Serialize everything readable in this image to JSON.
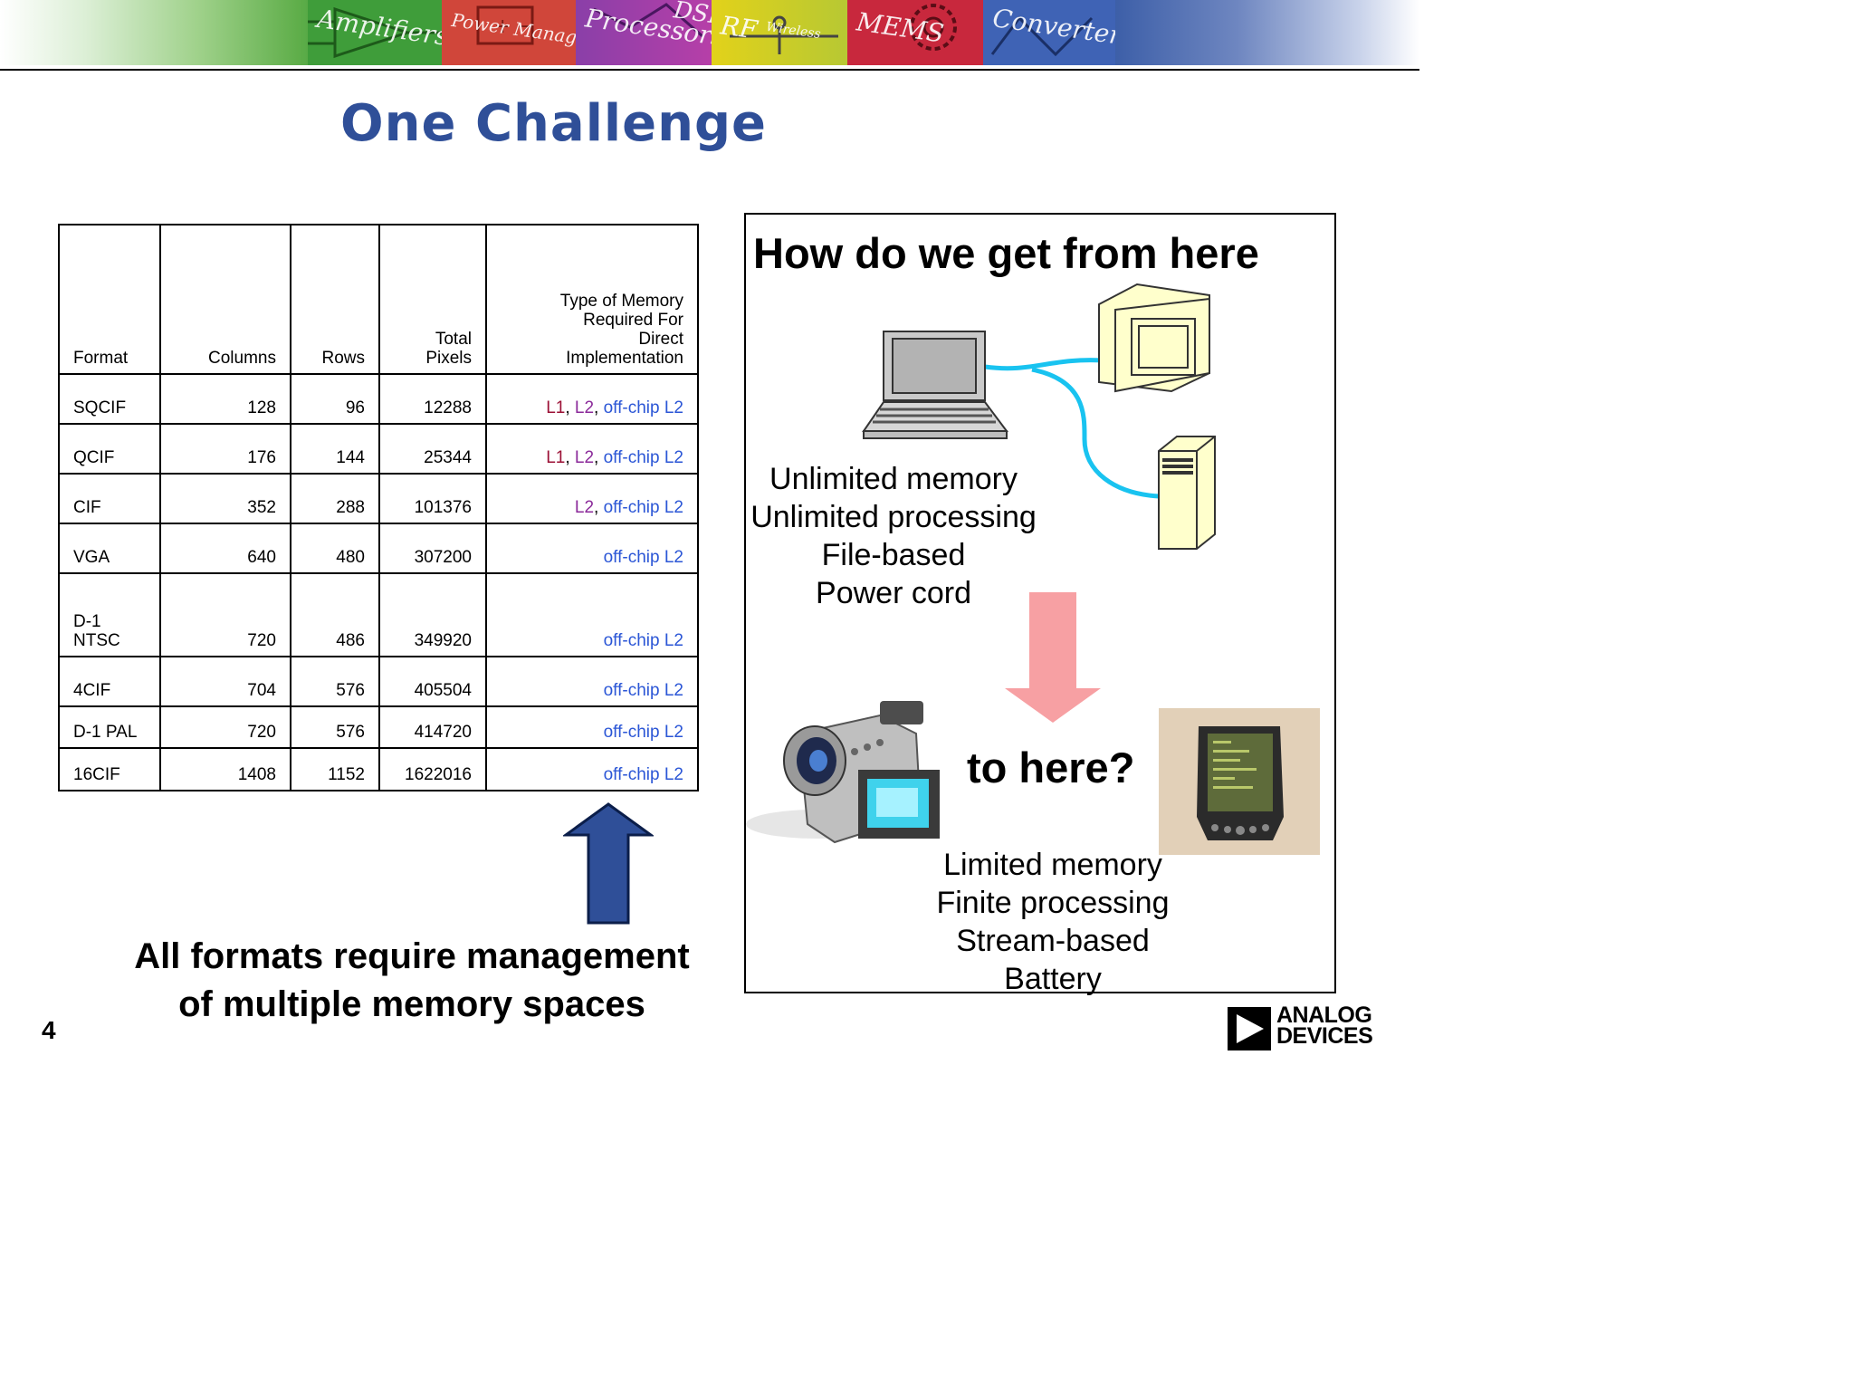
{
  "banner": {
    "tiles": [
      {
        "label": "Amplifiers",
        "color": "#3f9d3a"
      },
      {
        "label": "Power Management",
        "color": "#d0463a"
      },
      {
        "label": "Processors",
        "color": "#8a3fa8"
      },
      {
        "label": "DSP",
        "color": "#b63fa8"
      },
      {
        "label": "RF",
        "color": "#d4c81e"
      },
      {
        "label": "Wireless",
        "color": "#b7c833"
      },
      {
        "label": "MEMS",
        "color": "#c8283d"
      },
      {
        "label": "Converters",
        "color": "#3f63b5"
      }
    ]
  },
  "title": "One Challenge",
  "table": {
    "headers": {
      "format": "Format",
      "columns": "Columns",
      "rows": "Rows",
      "total_line1": "Total",
      "total_line2": "Pixels",
      "memory_line1": "Type of Memory",
      "memory_line2": "Required For",
      "memory_line3": "Direct",
      "memory_line4": "Implementation"
    },
    "rows": [
      {
        "format": "SQCIF",
        "columns": "128",
        "rows": "96",
        "pixels": "12288",
        "l1": "L1",
        "sep1": ", ",
        "l2": "L2",
        "sep2": ", ",
        "off": "off-chip L2"
      },
      {
        "format": "QCIF",
        "columns": "176",
        "rows": "144",
        "pixels": "25344",
        "l1": "L1",
        "sep1": ", ",
        "l2": "L2",
        "sep2": ", ",
        "off": "off-chip L2"
      },
      {
        "format": "CIF",
        "columns": "352",
        "rows": "288",
        "pixels": "101376",
        "l2": "L2",
        "sep2": ", ",
        "off": "off-chip L2"
      },
      {
        "format": "VGA",
        "columns": "640",
        "rows": "480",
        "pixels": "307200",
        "off": "off-chip L2"
      },
      {
        "format_line1": "D-1",
        "format_line2": "NTSC",
        "columns": "720",
        "rows": "486",
        "pixels": "349920",
        "off": "off-chip L2"
      },
      {
        "format": "4CIF",
        "columns": "704",
        "rows": "576",
        "pixels": "405504",
        "off": "off-chip L2"
      },
      {
        "format": "D-1 PAL",
        "columns": "720",
        "rows": "576",
        "pixels": "414720",
        "off": "off-chip L2"
      },
      {
        "format": "16CIF",
        "columns": "1408",
        "rows": "1152",
        "pixels": "1622016",
        "off": "off-chip L2"
      }
    ]
  },
  "bottom_message": {
    "line1": "All formats require management",
    "line2": "of multiple memory spaces"
  },
  "page_number": "4",
  "panel": {
    "heading": "How do we get from here",
    "from_features": [
      "Unlimited memory",
      "Unlimited processing",
      "File-based",
      "Power cord"
    ],
    "to_here": "to here?",
    "to_features": [
      "Limited memory",
      "Finite processing",
      "Stream-based",
      "Battery"
    ]
  },
  "logo": {
    "line1": "ANALOG",
    "line2": "DEVICES"
  },
  "colors": {
    "title": "#2f4f98",
    "l1": "#9b1035",
    "l2": "#8b2a9a",
    "off_chip": "#2b56d6",
    "up_arrow": "#2f4f98",
    "down_arrow": "#f7a0a3",
    "cable": "#19c3f0"
  }
}
